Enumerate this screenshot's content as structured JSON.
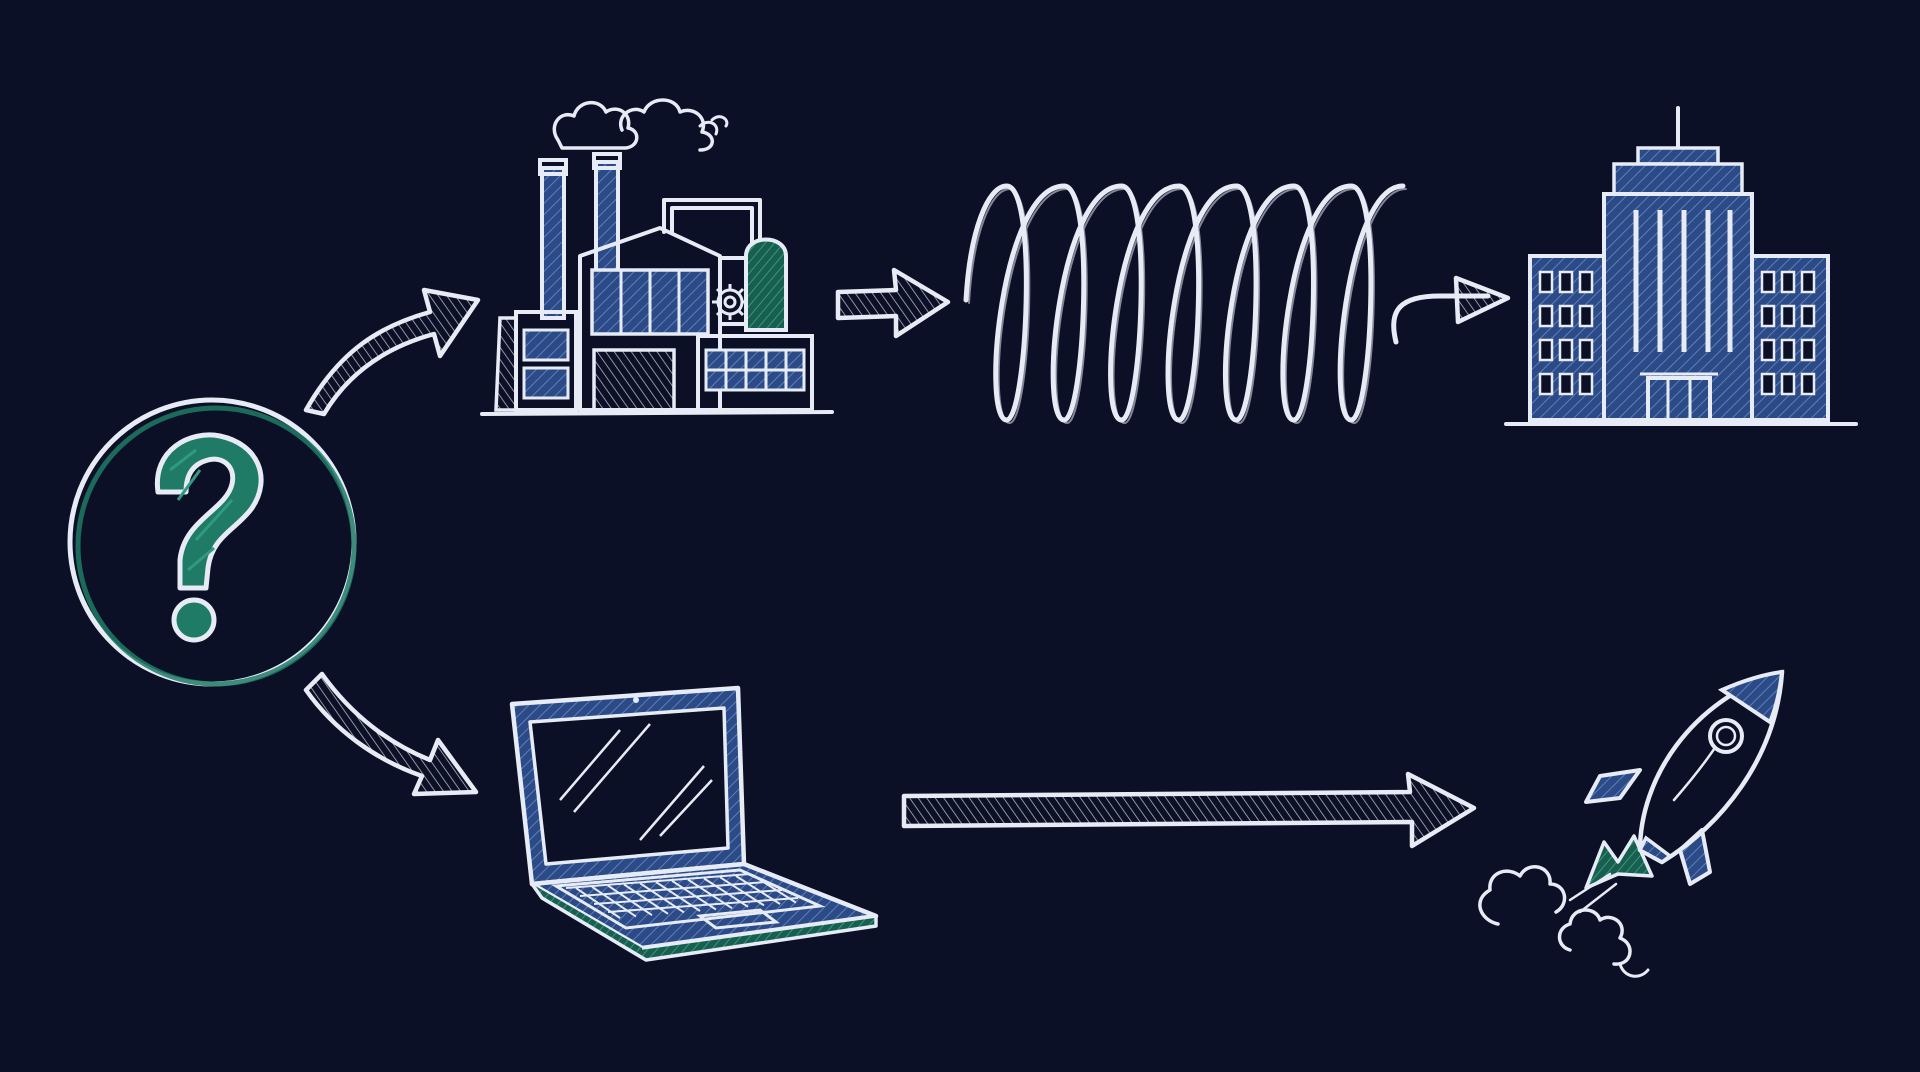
{
  "colors": {
    "background": "#0b1026",
    "chalk": "#e6ebf5",
    "blue": "#3f63a6",
    "blue_light": "#5a7fc0",
    "green": "#1f7a66",
    "green_light": "#2f9a80"
  },
  "nodes": [
    {
      "id": "start",
      "icon": "question-mark-icon"
    },
    {
      "id": "factory",
      "icon": "factory-icon"
    },
    {
      "id": "spring",
      "icon": "coil-spring-icon"
    },
    {
      "id": "office",
      "icon": "office-building-icon"
    },
    {
      "id": "laptop",
      "icon": "laptop-icon"
    },
    {
      "id": "rocket",
      "icon": "rocket-icon"
    }
  ],
  "edges": [
    {
      "from": "start",
      "to": "factory",
      "style": "curved-arrow"
    },
    {
      "from": "factory",
      "to": "spring",
      "style": "short-arrow"
    },
    {
      "from": "spring",
      "to": "office",
      "style": "thin-arrow"
    },
    {
      "from": "start",
      "to": "laptop",
      "style": "curved-arrow"
    },
    {
      "from": "laptop",
      "to": "rocket",
      "style": "long-straight-arrow"
    }
  ]
}
